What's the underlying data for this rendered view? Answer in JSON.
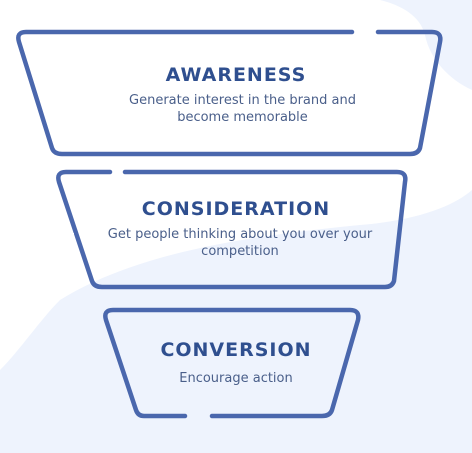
{
  "colors": {
    "stroke": "#4a67ad",
    "title": "#2f4f8f",
    "text": "#4a5f8a",
    "background_blob": "#eef3fd"
  },
  "funnel": {
    "stages": [
      {
        "title": "AWARENESS",
        "description": "Generate interest in the brand and become memorable"
      },
      {
        "title": "CONSIDERATION",
        "description": "Get people thinking about you over your competition"
      },
      {
        "title": "CONVERSION",
        "description": "Encourage action"
      }
    ]
  }
}
